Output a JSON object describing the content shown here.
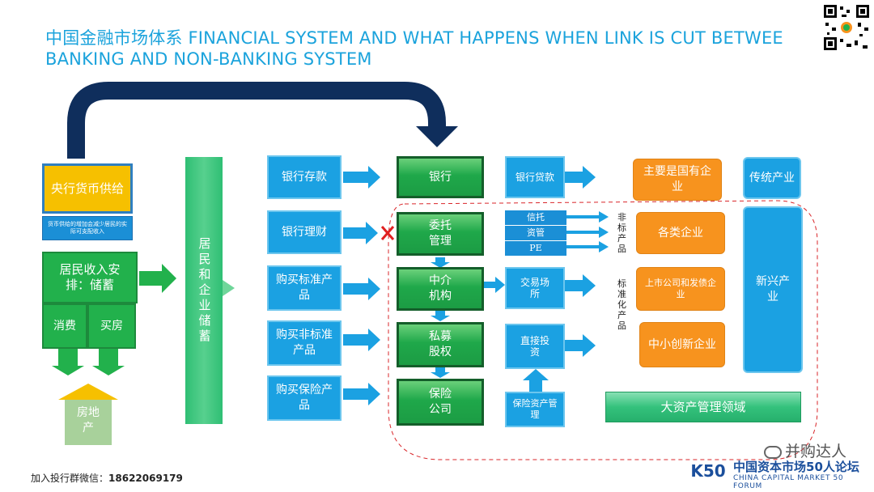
{
  "title": {
    "line1": "中国金融市场体系 FINANCIAL SYSTEM AND WHAT HAPPENS WHEN LINK IS CUT BETWEE",
    "line2": "BANKING AND NON-BANKING SYSTEM"
  },
  "left": {
    "central_money": "央行货币供给",
    "note": "货币供给的增加会减少居民的实际可支配收入",
    "income": "居民收入安排：储蓄",
    "consume": "消费",
    "buy_house": "买房",
    "real_estate": "房地产"
  },
  "savings_column": "居民和企业储蓄",
  "channels": [
    "银行存款",
    "银行理财",
    "购买标准产品",
    "购买非标准产品",
    "购买保险产品"
  ],
  "institutions": [
    "银行",
    "委托管理",
    "中介机构",
    "私募股权",
    "保险公司"
  ],
  "instruments": {
    "bank_loan": "银行贷款",
    "trust": "信托",
    "asset_mgmt": "资管",
    "pe": "PE",
    "exchange": "交易场所",
    "direct_invest": "直接投资",
    "insurance_am": "保险资产管理"
  },
  "product_labels": {
    "non_standard": "非标产品",
    "standardized": "标准化产品"
  },
  "enterprises": {
    "soe": "主要是国有企业",
    "all": "各类企业",
    "listed": "上市公司和发债企业",
    "sme": "中小创新企业"
  },
  "industries": {
    "traditional": "传统产业",
    "emerging": "新兴产业"
  },
  "big_am": "大资产管理领域",
  "footer": {
    "wechat_label": "加入投行群微信：",
    "wechat_number": "18622069179",
    "watermark": "并购达人",
    "brand_cn": "中国资本市场50人论坛",
    "brand_en": "CHINA CAPITAL MARKET 50 FORUM",
    "brand_logo": "K50"
  },
  "colors": {
    "title": "#1ba3dc",
    "blue": "#1ba1e2",
    "green": "#22b14c",
    "orange": "#f7931e",
    "yellow": "#f6c000",
    "navy_arrow": "#0f2e5c",
    "dashed": "#d9262a"
  }
}
